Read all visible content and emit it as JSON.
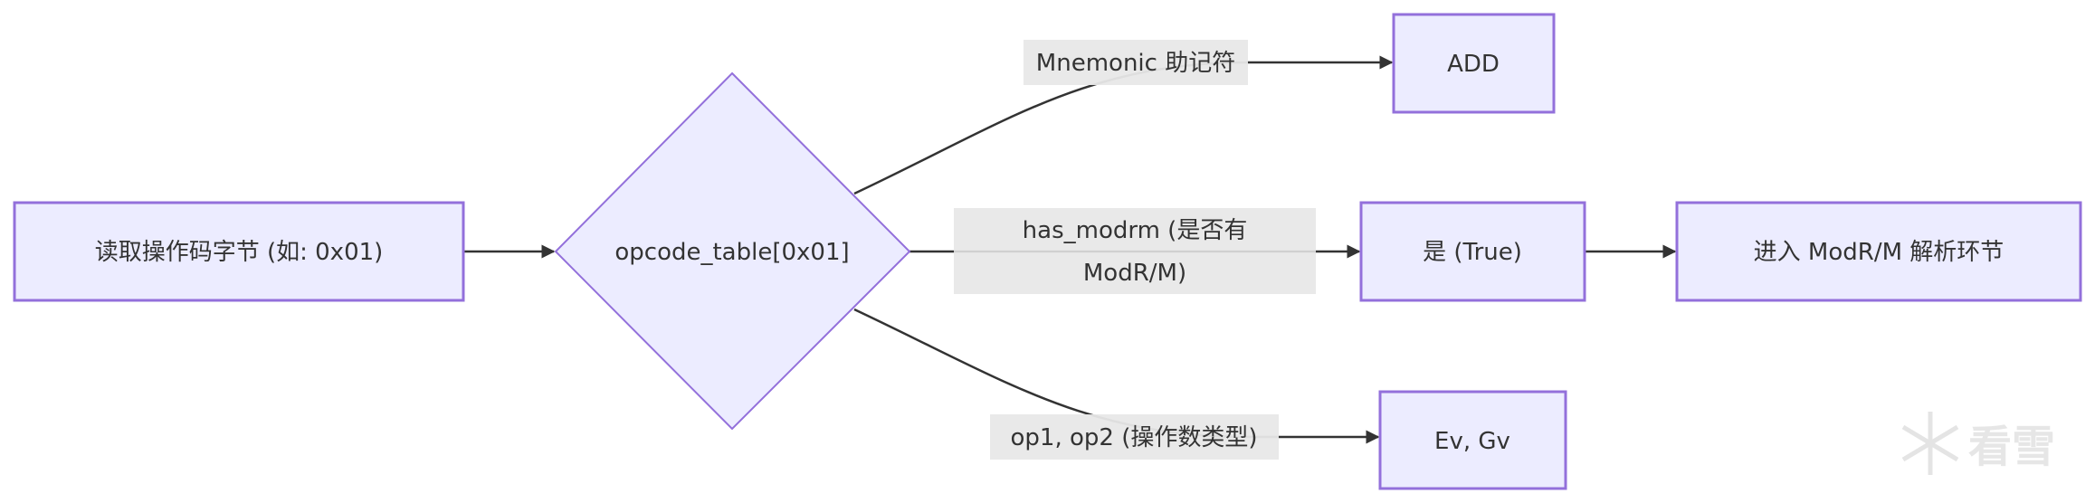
{
  "nodes": {
    "read_opcode": "读取操作码字节 (如: 0x01)",
    "decision": "opcode_table[0x01]",
    "mnemonic_result": "ADD",
    "has_modrm_result": "是 (True)",
    "modrm_stage": "进入 ModR/M 解析环节",
    "operands_result": "Ev, Gv"
  },
  "edges": {
    "mnemonic": "Mnemonic 助记符",
    "has_modrm_line1": "has_modrm (是否有",
    "has_modrm_line2": "ModR/M)",
    "operands": "op1, op2 (操作数类型)"
  },
  "watermark": "看雪",
  "colors": {
    "node_fill": "#ECECFF",
    "node_stroke": "#9370DB",
    "edge": "#333333",
    "label_bg": "#e8e8e8"
  }
}
